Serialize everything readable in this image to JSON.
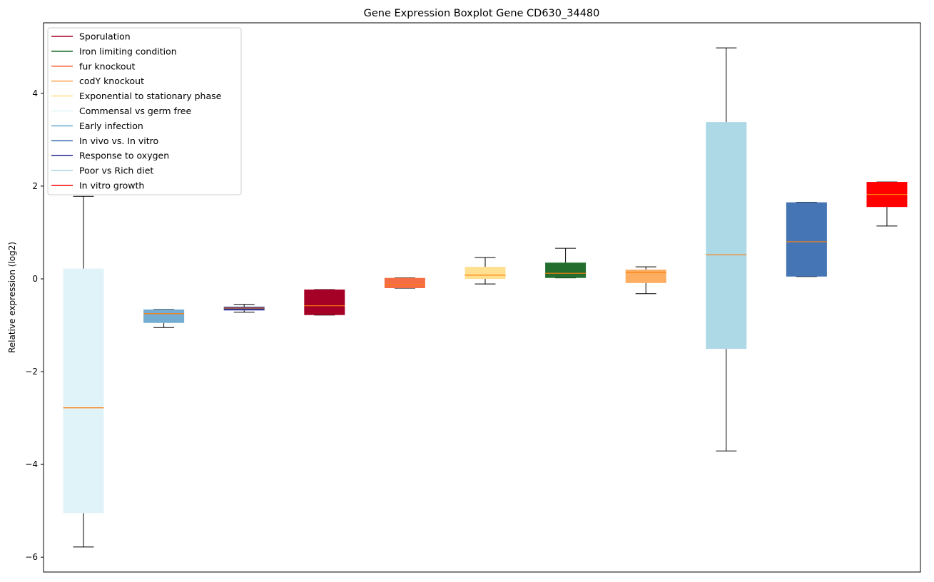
{
  "chart_data": {
    "type": "boxplot",
    "title": "Gene Expression Boxplot Gene CD630_34480",
    "xlabel": "",
    "ylabel": "Relative expression (log2)",
    "ylim": [
      -6.32,
      5.52
    ],
    "yticks": [
      -6,
      -4,
      -2,
      0,
      2,
      4
    ],
    "grid": false,
    "legend_position": "top-left",
    "median_color": "#ff7f0e",
    "legend": [
      {
        "label": "Sporulation",
        "color": "#a50026"
      },
      {
        "label": "Iron limiting condition",
        "color": "#236e2f"
      },
      {
        "label": "fur knockout",
        "color": "#f46d43"
      },
      {
        "label": "codY knockout",
        "color": "#fdae61"
      },
      {
        "label": "Exponential to stationary phase",
        "color": "#fee090"
      },
      {
        "label": "Commensal vs germ free",
        "color": "#e0f3f8"
      },
      {
        "label": "Early infection",
        "color": "#74add1"
      },
      {
        "label": "In vivo vs. In vitro",
        "color": "#4575b4"
      },
      {
        "label": "Response to oxygen",
        "color": "#313695"
      },
      {
        "label": "Poor vs Rich diet",
        "color": "#add8e6"
      },
      {
        "label": "In vitro growth",
        "color": "#ff0000"
      }
    ],
    "boxes": [
      {
        "group": "Commensal vs germ free",
        "color": "#e0f3f8",
        "whislo": -5.78,
        "q1": -5.05,
        "med": -2.78,
        "q3": 0.22,
        "whishi": 1.78
      },
      {
        "group": "Early infection",
        "color": "#74add1",
        "whislo": -1.05,
        "q1": -0.95,
        "med": -0.75,
        "q3": -0.66,
        "whishi": -0.66
      },
      {
        "group": "Response to oxygen",
        "color": "#313695",
        "whislo": -0.72,
        "q1": -0.68,
        "med": -0.63,
        "q3": -0.6,
        "whishi": -0.55
      },
      {
        "group": "Sporulation",
        "color": "#a50026",
        "whislo": -0.78,
        "q1": -0.78,
        "med": -0.58,
        "q3": -0.23,
        "whishi": -0.23
      },
      {
        "group": "fur knockout",
        "color": "#f46d43",
        "whislo": -0.2,
        "q1": -0.2,
        "med": -0.12,
        "q3": 0.02,
        "whishi": 0.02
      },
      {
        "group": "Exponential to stationary phase",
        "color": "#fee090",
        "whislo": -0.11,
        "q1": 0.0,
        "med": 0.08,
        "q3": 0.26,
        "whishi": 0.46
      },
      {
        "group": "Iron limiting condition",
        "color": "#236e2f",
        "whislo": 0.02,
        "q1": 0.02,
        "med": 0.12,
        "q3": 0.35,
        "whishi": 0.66
      },
      {
        "group": "codY knockout",
        "color": "#fdae61",
        "whislo": -0.32,
        "q1": -0.09,
        "med": 0.14,
        "q3": 0.2,
        "whishi": 0.26
      },
      {
        "group": "Poor vs Rich diet",
        "color": "#add8e6",
        "whislo": -3.71,
        "q1": -1.51,
        "med": 0.52,
        "q3": 3.38,
        "whishi": 4.98
      },
      {
        "group": "In vivo vs. In vitro",
        "color": "#4575b4",
        "whislo": 0.05,
        "q1": 0.05,
        "med": 0.8,
        "q3": 1.65,
        "whishi": 1.65
      },
      {
        "group": "In vitro growth",
        "color": "#ff0000",
        "whislo": 1.14,
        "q1": 1.55,
        "med": 1.82,
        "q3": 2.09,
        "whishi": 2.09
      }
    ]
  }
}
